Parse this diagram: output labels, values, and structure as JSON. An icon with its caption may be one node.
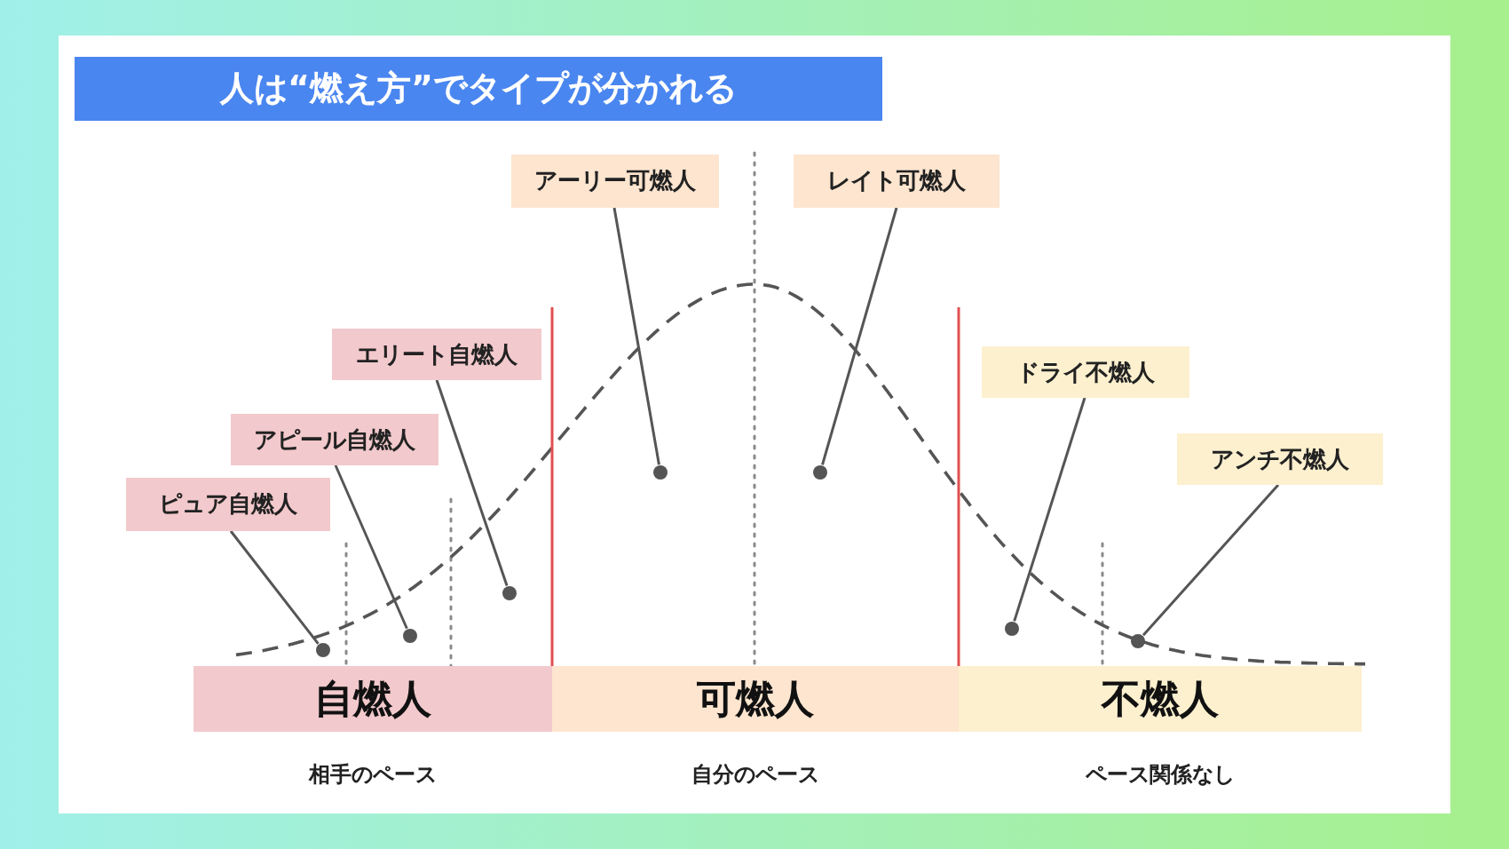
{
  "diagram": {
    "title": "人は“燃え方”でタイプが分かれる",
    "nodes": [
      {
        "text": [
          "アーリー可燃人"
        ]
      },
      {
        "text": [
          "レイト可燃人"
        ]
      },
      {
        "text": [
          "エリート自燃人"
        ]
      },
      {
        "text": [
          "ドライ不燃人"
        ]
      },
      {
        "text": [
          "アピール自燃人"
        ]
      },
      {
        "text": [
          "アンチ不燃人"
        ]
      },
      {
        "text": [
          "ピュア自燃人"
        ]
      },
      {
        "text": [],
        "shape": "circle"
      },
      {
        "text": [],
        "shape": "circle"
      },
      {
        "text": [],
        "shape": "circle"
      },
      {
        "text": [],
        "shape": "circle"
      },
      {
        "text": [],
        "shape": "circle"
      },
      {
        "text": [],
        "shape": "circle"
      },
      {
        "text": [],
        "shape": "circle"
      },
      {
        "text": [
          "自燃人"
        ],
        "beside": [
          "相手のペース"
        ]
      },
      {
        "text": [
          "可燃人"
        ],
        "beside": [
          "自分のペース"
        ]
      },
      {
        "text": [
          "不燃人"
        ],
        "beside": [
          "ペース関係なし"
        ]
      }
    ],
    "edges": [
      {
        "from": 6,
        "to": 7,
        "arrow": "none"
      },
      {
        "from": 4,
        "to": 8,
        "arrow": "none"
      },
      {
        "from": 2,
        "to": 9,
        "arrow": "none"
      },
      {
        "from": 0,
        "to": 10,
        "arrow": "none"
      },
      {
        "from": 1,
        "to": 11,
        "arrow": "none"
      },
      {
        "from": 3,
        "to": 12,
        "arrow": "none"
      },
      {
        "from": 5,
        "to": 13,
        "arrow": "none"
      }
    ]
  }
}
